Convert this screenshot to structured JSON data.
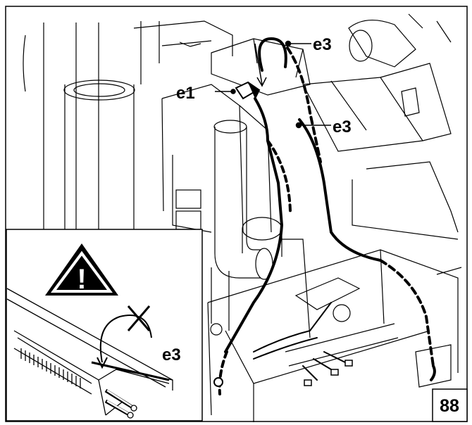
{
  "figure_number": "88",
  "callouts": {
    "e1": "e1",
    "e3_top": "e3",
    "e3_right": "e3",
    "e3_inset": "e3"
  },
  "inset": {
    "warning_symbol": "warning-triangle-icon",
    "exclamation": "!"
  },
  "colors": {
    "line": "#000000",
    "background": "#ffffff"
  }
}
